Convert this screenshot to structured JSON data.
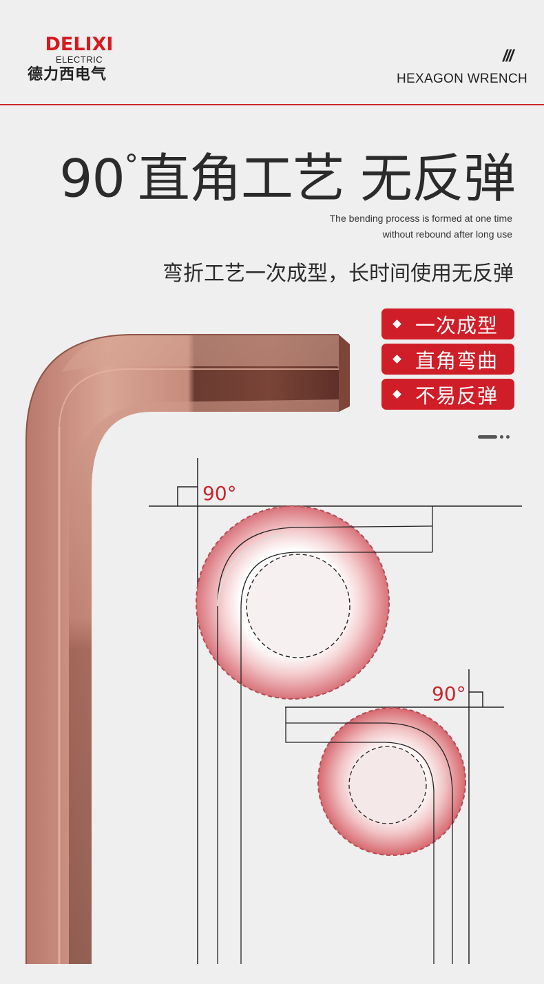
{
  "brand": {
    "name": "DELIXI",
    "sub": "ELECTRIC",
    "chinese": "德力西电气"
  },
  "header": {
    "slashes": "///",
    "product": "HEXAGON WRENCH"
  },
  "headline": {
    "number": "90",
    "degree": "°",
    "text": "直角工艺 无反弹"
  },
  "description_en": {
    "line1": "The bending process is formed at one time",
    "line2": "without rebound after long use"
  },
  "description_cn": "弯折工艺一次成型，长时间使用无反弹",
  "features": [
    {
      "label": "一次成型"
    },
    {
      "label": "直角弯曲"
    },
    {
      "label": "不易反弹"
    }
  ],
  "diagram": {
    "angle_top": "90°",
    "angle_bottom": "90°"
  },
  "colors": {
    "brand_red": "#d71920",
    "tag_red": "#d01e28",
    "wrench_copper": "#c07d6c"
  }
}
